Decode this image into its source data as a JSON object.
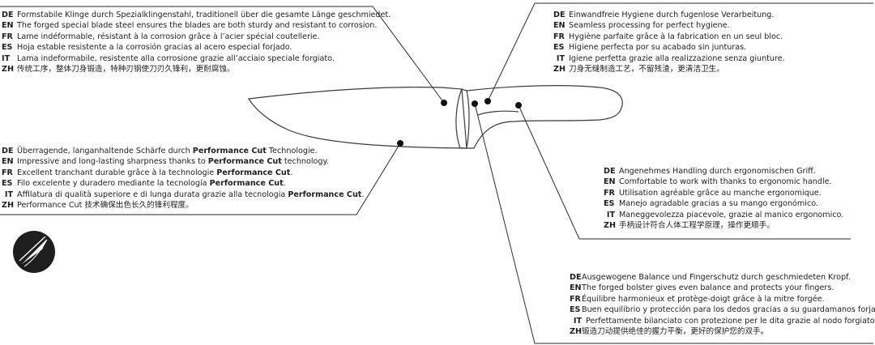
{
  "blocks": {
    "blade": [
      {
        "code": "DE",
        "text": "Formstabile Klinge durch Spezialklingenstahl, traditionell über die gesamte Länge geschmiedet."
      },
      {
        "code": "EN",
        "text": "The forged special blade steel ensures the blades are both sturdy and resistant to corrosion."
      },
      {
        "code": "FR",
        "text": "Lame indéformable, résistant à la corrosion grâce à l’acier spécial coutellerie."
      },
      {
        "code": "ES",
        "text": "Hoja estable resistente a la corrosión gracias al acero especial forjado."
      },
      {
        "code": "IT",
        "text": "Lama indeformabile, resistente alla corrosione grazie all’acciaio speciale forgiato."
      },
      {
        "code": "ZH",
        "text": "传统工序，整体刀身锻造，特种刃钢使刀刃久锋利，更耐腐蚀。"
      }
    ],
    "hygiene": [
      {
        "code": "DE",
        "text": "Einwandfreie Hygiene durch fugenlose Verarbeitung."
      },
      {
        "code": "EN",
        "text": "Seamless processing for perfect hygiene."
      },
      {
        "code": "FR",
        "text": "Hygiène parfaite grâce à la fabrication en un seul bloc."
      },
      {
        "code": "ES",
        "text": "Higiene perfecta por su acabado sin junturas."
      },
      {
        "code": "IT",
        "text": "Igiene perfetta grazie alla realizzazione senza giunture."
      },
      {
        "code": "ZH",
        "text": "刀身无缝制造工艺，不留残渣，更清洁卫生。"
      }
    ],
    "sharpness": [
      {
        "code": "DE",
        "pre": "Überragende, langanhaltende Schärfe durch ",
        "bold": "Performance Cut",
        "post": " Technologie."
      },
      {
        "code": "EN",
        "pre": "Impressive and long-lasting sharpness thanks to ",
        "bold": "Performance Cut",
        "post": " technology."
      },
      {
        "code": "FR",
        "pre": "Excellent tranchant durable grâce à la technologie ",
        "bold": "Performance Cut",
        "post": "."
      },
      {
        "code": "ES",
        "pre": "Filo excelente y duradero mediante la tecnología ",
        "bold": "Performance Cut",
        "post": "."
      },
      {
        "code": "IT",
        "pre": "Affilatura di qualità superiore e di lunga durata grazie alla tecnologia ",
        "bold": "Performance Cut",
        "post": "."
      },
      {
        "code": "ZH",
        "pre": "Performance Cut 技术确保出色长久的锋利程度。",
        "bold": "",
        "post": ""
      }
    ],
    "handle": [
      {
        "code": "DE",
        "text": "Angenehmes Handling durch ergonomischen Griff."
      },
      {
        "code": "EN",
        "text": "Comfortable to work with thanks to ergonomic handle."
      },
      {
        "code": "FR",
        "text": "Utilisation agréable grâce au manche ergonomique."
      },
      {
        "code": "ES",
        "text": "Manejo agradable gracias a su mango ergonómico."
      },
      {
        "code": "IT",
        "text": "Maneggevolezza piacevole, grazie al manico ergonomico."
      },
      {
        "code": "ZH",
        "text": "手柄设计符合人体工程学原理，操作更顺手。"
      }
    ],
    "bolster": [
      {
        "code": "DE",
        "text": "Ausgewogene Balance und Fingerschutz durch geschmiedeten Kropf."
      },
      {
        "code": "EN",
        "text": "The forged bolster gives even balance and protects your fingers."
      },
      {
        "code": "FR",
        "text": "Équilibre harmonieux et protège-doigt grâce à la mitre forgée."
      },
      {
        "code": "ES",
        "text": "Buen equilibrio y protección para los dedos gracias a su guardamanos forjado."
      },
      {
        "code": "IT",
        "text": "Perfettamente bilanciato con protezione per le dita grazie al nodo forgiato."
      },
      {
        "code": "ZH",
        "text": "锻造刀动提供绝佳的握力平衡，更好的保护您的双手。"
      }
    ]
  },
  "colors": {
    "line": "#2a2a2a",
    "dot": "#111111",
    "logo": "#1e1e1e",
    "text": "#1e1e1e"
  },
  "icons": {
    "logo": "blade-logo-icon"
  }
}
